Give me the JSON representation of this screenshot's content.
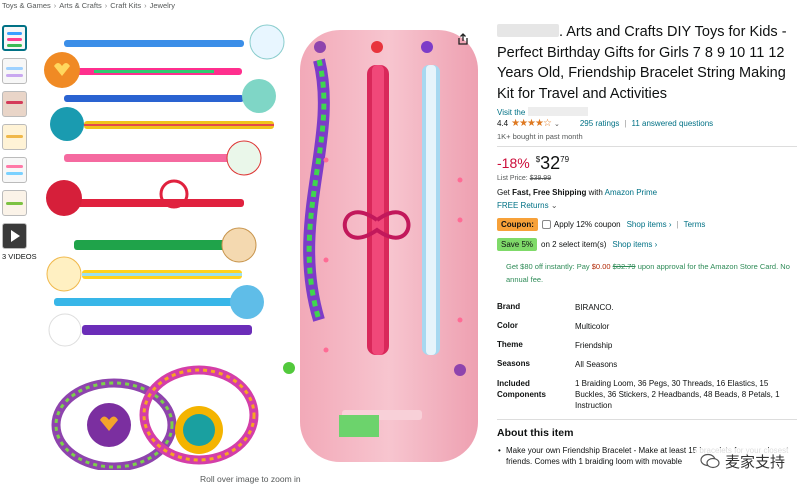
{
  "breadcrumb": [
    "Toys & Games",
    "Arts & Crafts",
    "Craft Kits",
    "Jewelry"
  ],
  "gallery": {
    "videos_label": "3 VIDEOS",
    "zoom_hint": "Roll over image to zoom in"
  },
  "product": {
    "title_suffix": ". Arts and Crafts DIY Toys for Kids - Perfect Birthday Gifts for Girls 7 8 9 10 11 12 Years Old, Friendship Bracelet String Making Kit for Travel and Activities",
    "visit_store": "Visit the",
    "rating": "4.4",
    "ratings_count": "295 ratings",
    "answered": "11 answered questions",
    "bought": "1K+ bought in past month",
    "discount": "-18%",
    "price_symbol": "$",
    "price_whole": "32",
    "price_fraction": "79",
    "list_price_label": "List Price:",
    "list_price": "$39.99",
    "ship_prefix": "Get",
    "ship_bold": "Fast, Free Shipping",
    "ship_with": "with",
    "ship_prime": "Amazon Prime",
    "returns": "FREE Returns",
    "coupon_tag": "Coupon:",
    "coupon_text": "Apply 12% coupon",
    "coupon_shop": "Shop items ›",
    "coupon_terms": "Terms",
    "save_tag": "Save 5%",
    "save_text": "on 2 select item(s)",
    "save_shop": "Shop items ›",
    "offer_pre": "Get $80 off instantly: Pay",
    "offer_pay": "$0.00",
    "offer_old": "$32.79",
    "offer_post": "upon approval for the Amazon Store Card. No annual fee.",
    "about_title": "About this item",
    "about_first": "Make your own Friendship Bracelet - Make at least 15 bracelets for your closest friends. Comes with 1 braiding loom with movable"
  },
  "specs": [
    {
      "k": "Brand",
      "v": "BIRANCO."
    },
    {
      "k": "Color",
      "v": "Multicolor"
    },
    {
      "k": "Theme",
      "v": "Friendship"
    },
    {
      "k": "Seasons",
      "v": "All Seasons"
    },
    {
      "k": "Included Components",
      "v": "1 Braiding Loom, 36 Pegs, 30 Threads, 16 Elastics, 15 Buckles, 36 Stickers, 2 Headbands, 48 Beads, 8 Petals, 1 Instruction"
    }
  ],
  "watermark": "麦家支持",
  "colors": {
    "link": "#007185",
    "price_red": "#cc0c39",
    "coupon": "#f7a139",
    "save": "#7fda69",
    "loom": "#f4b7c2",
    "star": "#de7921"
  }
}
